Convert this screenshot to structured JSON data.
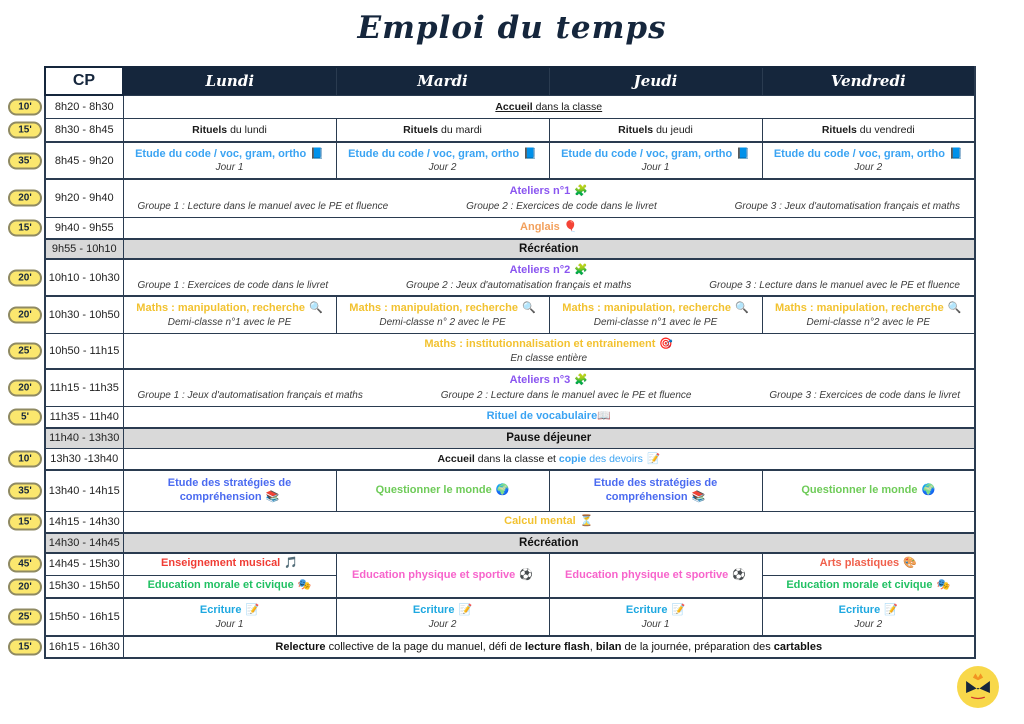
{
  "title": "Emploi du temps",
  "header": {
    "class_label": "CP",
    "days": [
      "Lundi",
      "Mardi",
      "Jeudi",
      "Vendredi"
    ]
  },
  "colors": {
    "navy": "#15263c",
    "border": "#2a3b50",
    "badge_bg": "#fbe76e",
    "badge_border": "#8f8a62",
    "gray_row": "#d9d9d9",
    "blue": "#3aa3f2",
    "royal_blue": "#4a6af0",
    "purple": "#8a55f0",
    "orange": "#f2a05c",
    "gold": "#f2c230",
    "green": "#6ecb58",
    "emc_green": "#21c063",
    "pink": "#f763cb",
    "red": "#f03c34",
    "coral": "#f0604c",
    "cyan": "#1ea8e0"
  },
  "rows": [
    {
      "badge": "10'",
      "time": "8h20 - 8h30",
      "bold": "Accueil",
      "rest": " dans la classe"
    },
    {
      "badge": "15'",
      "time": "8h30 - 8h45",
      "bold": "Rituels",
      "days": [
        " du lundi",
        " du mardi",
        " du jeudi",
        " du vendredi"
      ]
    },
    {
      "badge": "35'",
      "time": "8h45 - 9h20",
      "title": "Etude du code / voc, gram, ortho",
      "icon": "📘",
      "subs": [
        "Jour 1",
        "Jour 2",
        "Jour 1",
        "Jour 2"
      ]
    },
    {
      "badge": "20'",
      "time": "9h20 - 9h40",
      "title": "Ateliers n°1",
      "icon": "🧩",
      "groups": [
        "Groupe 1 : Lecture dans le manuel avec le PE et fluence",
        "Groupe 2 : Exercices de code dans le livret",
        "Groupe 3 : Jeux d'automatisation français et maths"
      ]
    },
    {
      "badge": "15'",
      "time": "9h40 - 9h55",
      "title": "Anglais",
      "icon": "🎈"
    },
    {
      "time": "9h55 - 10h10",
      "label": "Récréation"
    },
    {
      "badge": "20'",
      "time": "10h10 - 10h30",
      "title": "Ateliers n°2",
      "icon": "🧩",
      "groups": [
        "Groupe 1 : Exercices de code dans le livret",
        "Groupe 2 : Jeux d'automatisation français et maths",
        "Groupe 3 : Lecture dans le manuel avec le PE et fluence"
      ]
    },
    {
      "badge": "20'",
      "time": "10h30 - 10h50",
      "title": "Maths : manipulation, recherche",
      "icon": "🔍",
      "subs": [
        "Demi-classe n°1 avec le PE",
        "Demi-classe n° 2 avec le PE",
        "Demi-classe n°1 avec le PE",
        "Demi-classe n°2 avec le PE"
      ]
    },
    {
      "badge": "25'",
      "time": "10h50 - 11h15",
      "title": "Maths : institutionnalisation et entrainement",
      "icon": "🎯",
      "sub": "En classe entière"
    },
    {
      "badge": "20'",
      "time": "11h15 - 11h35",
      "title": "Ateliers n°3",
      "icon": "🧩",
      "groups": [
        "Groupe 1 : Jeux d'automatisation français et maths",
        "Groupe 2 : Lecture dans le manuel avec le PE et fluence",
        "Groupe 3 : Exercices de code dans le livret"
      ]
    },
    {
      "badge": "5'",
      "time": "11h35 - 11h40",
      "title": "Rituel de vocabulaire",
      "icon": "📖"
    },
    {
      "time": "11h40 - 13h30",
      "label": "Pause déjeuner"
    },
    {
      "badge": "10'",
      "time": "13h30 -13h40",
      "seg1": "Accueil",
      "seg2": " dans la classe et ",
      "seg3": "copie",
      "seg4": " des devoirs",
      "icon": "📝"
    },
    {
      "badge": "35'",
      "time": "13h40 - 14h15",
      "days": [
        {
          "title": "Etude des stratégies de compréhension",
          "icon": "📚"
        },
        {
          "title": "Questionner le monde",
          "icon": "🌍"
        },
        {
          "title": "Etude des stratégies de compréhension",
          "icon": "📚"
        },
        {
          "title": "Questionner le monde",
          "icon": "🌍"
        }
      ]
    },
    {
      "badge": "15'",
      "time": "14h15 - 14h30",
      "title": "Calcul mental",
      "icon": "⏳"
    },
    {
      "time": "14h30 - 14h45",
      "label": "Récréation"
    },
    {
      "badge": "45'",
      "time": "14h45 - 15h30",
      "music": {
        "title": "Enseignement musical",
        "icon": "🎵"
      },
      "eps": {
        "title": "Education physique et sportive",
        "icon": "⚽"
      },
      "arts": {
        "title": "Arts plastiques",
        "icon": "🎨"
      }
    },
    {
      "badge": "20'",
      "time": "15h30 - 15h50",
      "emc": {
        "title": "Education morale et civique",
        "icon": "🎭"
      }
    },
    {
      "badge": "25'",
      "time": "15h50 - 16h15",
      "title": "Ecriture",
      "icon": "📝",
      "subs": [
        "Jour 1",
        "Jour 2",
        "Jour 1",
        "Jour 2"
      ]
    },
    {
      "badge": "15'",
      "time": "16h15 - 16h30",
      "b1": "Relecture",
      "s1": " collective de la page du manuel, défi de ",
      "b2": "lecture flash",
      "s2": ", ",
      "b3": "bilan",
      "s3": " de la journée, préparation des ",
      "b4": "cartables"
    }
  ]
}
